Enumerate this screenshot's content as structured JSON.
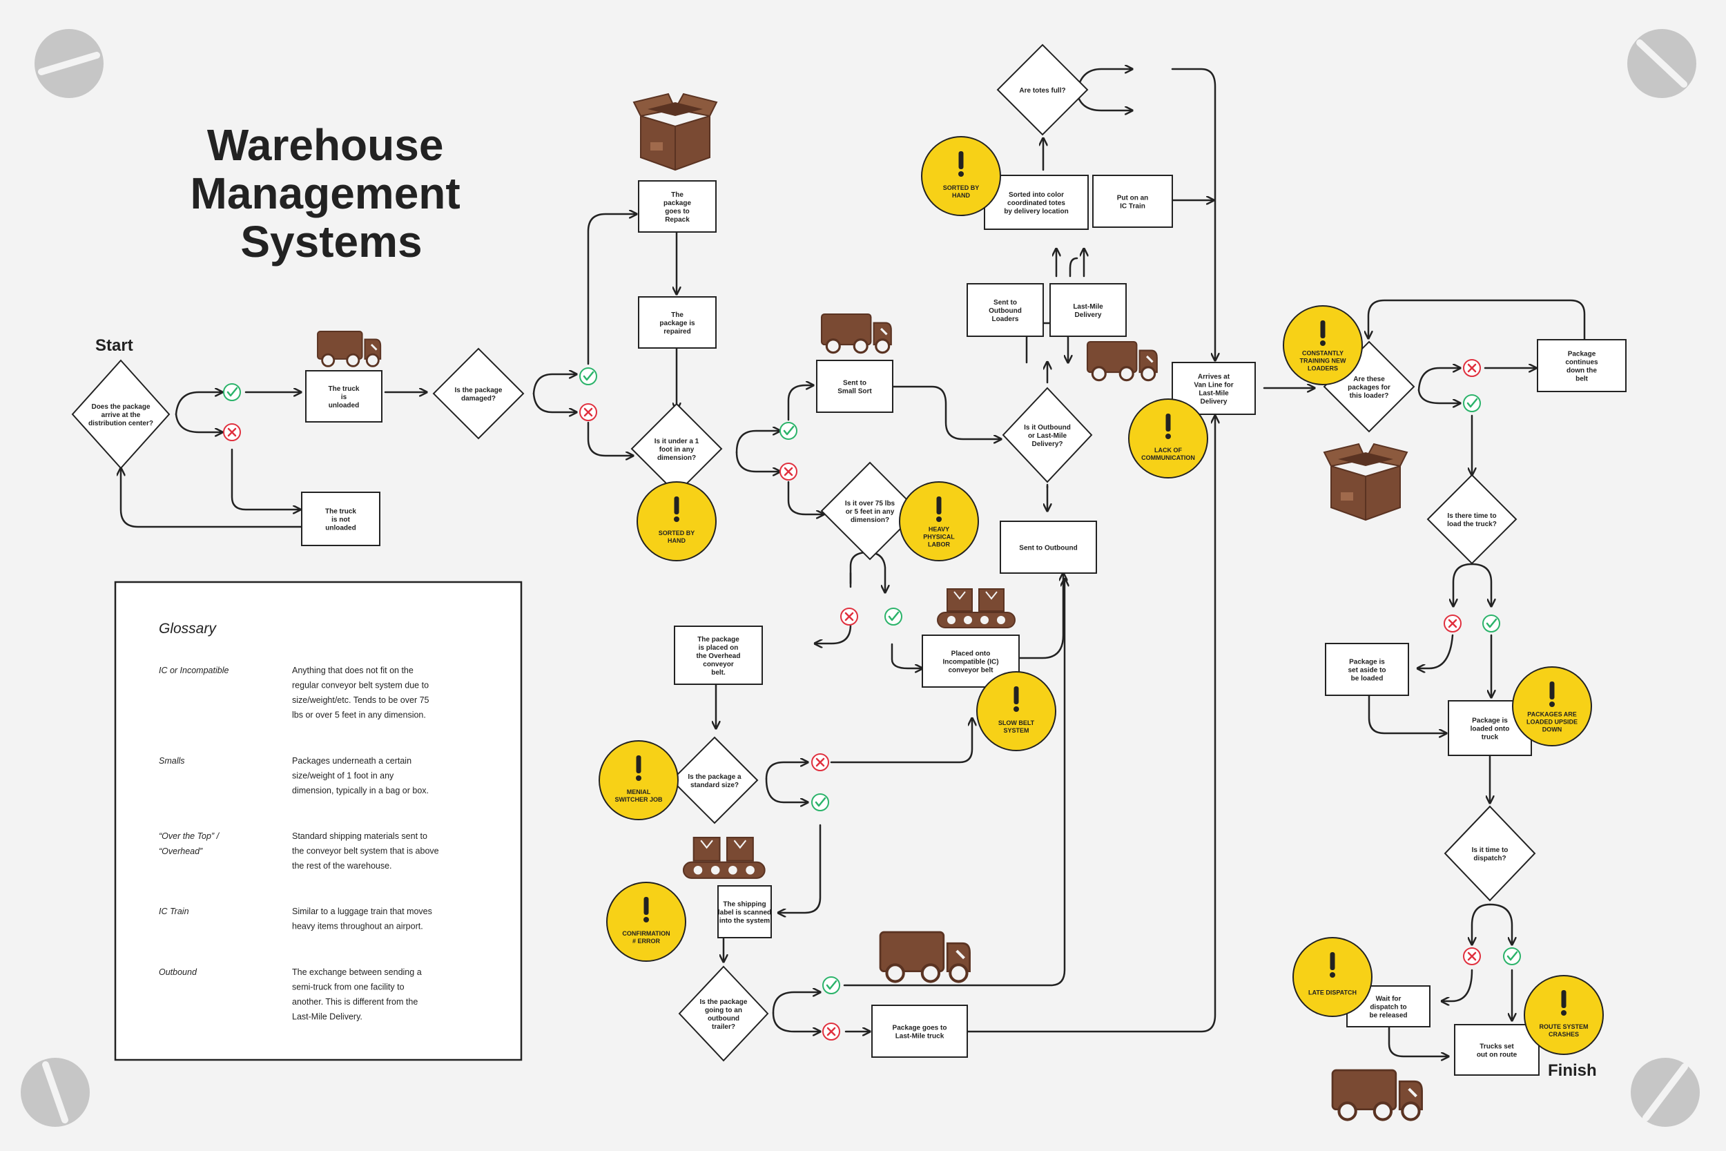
{
  "title": [
    "Warehouse",
    "Management",
    "Systems"
  ],
  "start_label": "Start",
  "finish_label": "Finish",
  "colors": {
    "background": "#f3f3f3",
    "warning": "#f7d117",
    "brown": "#7a4a33",
    "check": "#2bb36a",
    "cross": "#e0303e"
  },
  "nodes": {
    "q_arrive": [
      "Does the package",
      "arrive at the",
      "distribution center?"
    ],
    "unloaded": [
      "The truck",
      "is",
      "unloaded"
    ],
    "not_unloaded": [
      "The truck",
      "is not",
      "unloaded"
    ],
    "q_damaged": [
      "Is the package",
      "damaged?"
    ],
    "repack": [
      "The",
      "package",
      "goes to",
      "Repack"
    ],
    "repaired": [
      "The",
      "package is",
      "repaired"
    ],
    "q_1ft": [
      "Is it under a 1",
      "foot in any",
      "dimension?"
    ],
    "small_sort": [
      "Sent to",
      "Small Sort"
    ],
    "q_75": [
      "Is it over 75 lbs",
      "or 5 feet in any",
      "dimension?"
    ],
    "overhead": [
      "The package",
      "is placed on",
      "the Overhead",
      "conveyor",
      "belt."
    ],
    "ic_belt": [
      "Placed onto",
      "Incompatible (IC)",
      "conveyor belt"
    ],
    "q_standard": [
      "Is the package a",
      "standard size?"
    ],
    "scanned": [
      "The shipping",
      "label is scanned",
      "into the system"
    ],
    "q_outbound_trailer": [
      "Is the package",
      "going to an",
      "outbound",
      "trailer?"
    ],
    "last_mile_truck": [
      "Package goes to",
      "Last-Mile truck"
    ],
    "sent_outbound": [
      "Sent to Outbound"
    ],
    "q_out_or_lm": [
      "Is it Outbound",
      "or Last-Mile",
      "Delivery?"
    ],
    "outbound_loaders": [
      "Sent to",
      "Outbound",
      "Loaders"
    ],
    "last_mile": [
      "Last-Mile",
      "Delivery"
    ],
    "color_totes": [
      "Sorted into color",
      "coordinated totes",
      "by delivery location"
    ],
    "ic_train": [
      "Put on an",
      "IC Train"
    ],
    "q_totes": [
      "Are totes full?"
    ],
    "van_line": [
      "Arrives at",
      "Van Line for",
      "Last-Mile",
      "Delivery"
    ],
    "q_loader": [
      "Are these",
      "packages for",
      "this loader?"
    ],
    "continues": [
      "Package",
      "continues",
      "down the",
      "belt"
    ],
    "q_time_load": [
      "Is there time to",
      "load the truck?"
    ],
    "set_aside": [
      "Package is",
      "set aside to",
      "be loaded"
    ],
    "loaded_truck": [
      "Package is",
      "loaded onto",
      "truck"
    ],
    "q_dispatch": [
      "Is it time to",
      "dispatch?"
    ],
    "wait_dispatch": [
      "Wait for",
      "dispatch to",
      "be released"
    ],
    "on_route": [
      "Trucks set",
      "out on route"
    ]
  },
  "warnings": {
    "w_sorted1": [
      "SORTED BY",
      "HAND"
    ],
    "w_heavy": [
      "HEAVY",
      "PHYSICAL",
      "LABOR"
    ],
    "w_slow": [
      "SLOW BELT",
      "SYSTEM"
    ],
    "w_menial": [
      "MENIAL",
      "SWITCHER JOB"
    ],
    "w_confirm": [
      "CONFIRMATION",
      "# ERROR"
    ],
    "w_sorted2": [
      "SORTED BY",
      "HAND"
    ],
    "w_lack": [
      "LACK OF",
      "COMMUNICATION"
    ],
    "w_training": [
      "CONSTANTLY",
      "TRAINING NEW",
      "LOADERS"
    ],
    "w_upside": [
      "PACKAGES  ARE",
      "LOADED UPSIDE",
      "DOWN"
    ],
    "w_late": [
      "LATE DISPATCH"
    ],
    "w_route": [
      "ROUTE SYSTEM",
      "CRASHES"
    ]
  },
  "glossary": {
    "title": "Glossary",
    "entries": [
      {
        "term": [
          "IC or Incompatible"
        ],
        "def": [
          "Anything that does not fit on the",
          "regular conveyor belt system due to",
          "size/weight/etc. Tends to be over 75",
          "lbs or over 5 feet in any dimension."
        ]
      },
      {
        "term": [
          "Smalls"
        ],
        "def": [
          "Packages underneath a certain",
          "size/weight of 1 foot in any",
          "dimension, typically in a bag or box."
        ]
      },
      {
        "term": [
          "“Over the Top” /",
          "“Overhead”"
        ],
        "def": [
          "Standard shipping materials sent to",
          "the conveyor belt system that is above",
          "the rest of the warehouse."
        ]
      },
      {
        "term": [
          "IC Train"
        ],
        "def": [
          "Similar to a luggage train that moves",
          "heavy items throughout an airport."
        ]
      },
      {
        "term": [
          "Outbound"
        ],
        "def": [
          "The exchange between sending a",
          "semi-truck from one facility to",
          "another. This is different from the",
          "Last-Mile Delivery."
        ]
      }
    ]
  }
}
